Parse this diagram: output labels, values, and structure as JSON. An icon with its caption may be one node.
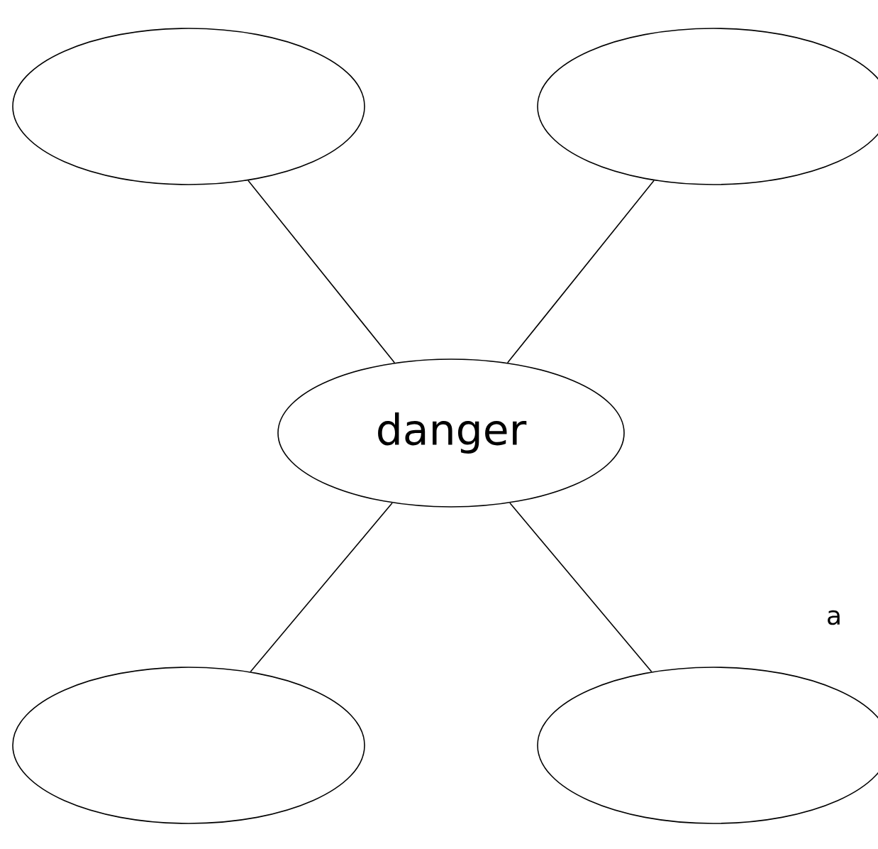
{
  "diagram": {
    "nodes": [
      {
        "text": [
          "danger"
        ]
      },
      {
        "text": [],
        "shape": "ellipse"
      },
      {
        "text": [],
        "shape": "ellipse"
      },
      {
        "text": [],
        "shape": "ellipse"
      },
      {
        "text": [],
        "shape": "ellipse"
      }
    ],
    "edges": [
      {
        "from": 0,
        "to": 1,
        "arrow": "none"
      },
      {
        "from": 0,
        "to": 2,
        "arrow": "none"
      },
      {
        "from": 0,
        "to": 3,
        "arrow": "none"
      },
      {
        "from": 0,
        "to": 4,
        "arrow": "none"
      }
    ],
    "labels": [
      "a"
    ]
  }
}
